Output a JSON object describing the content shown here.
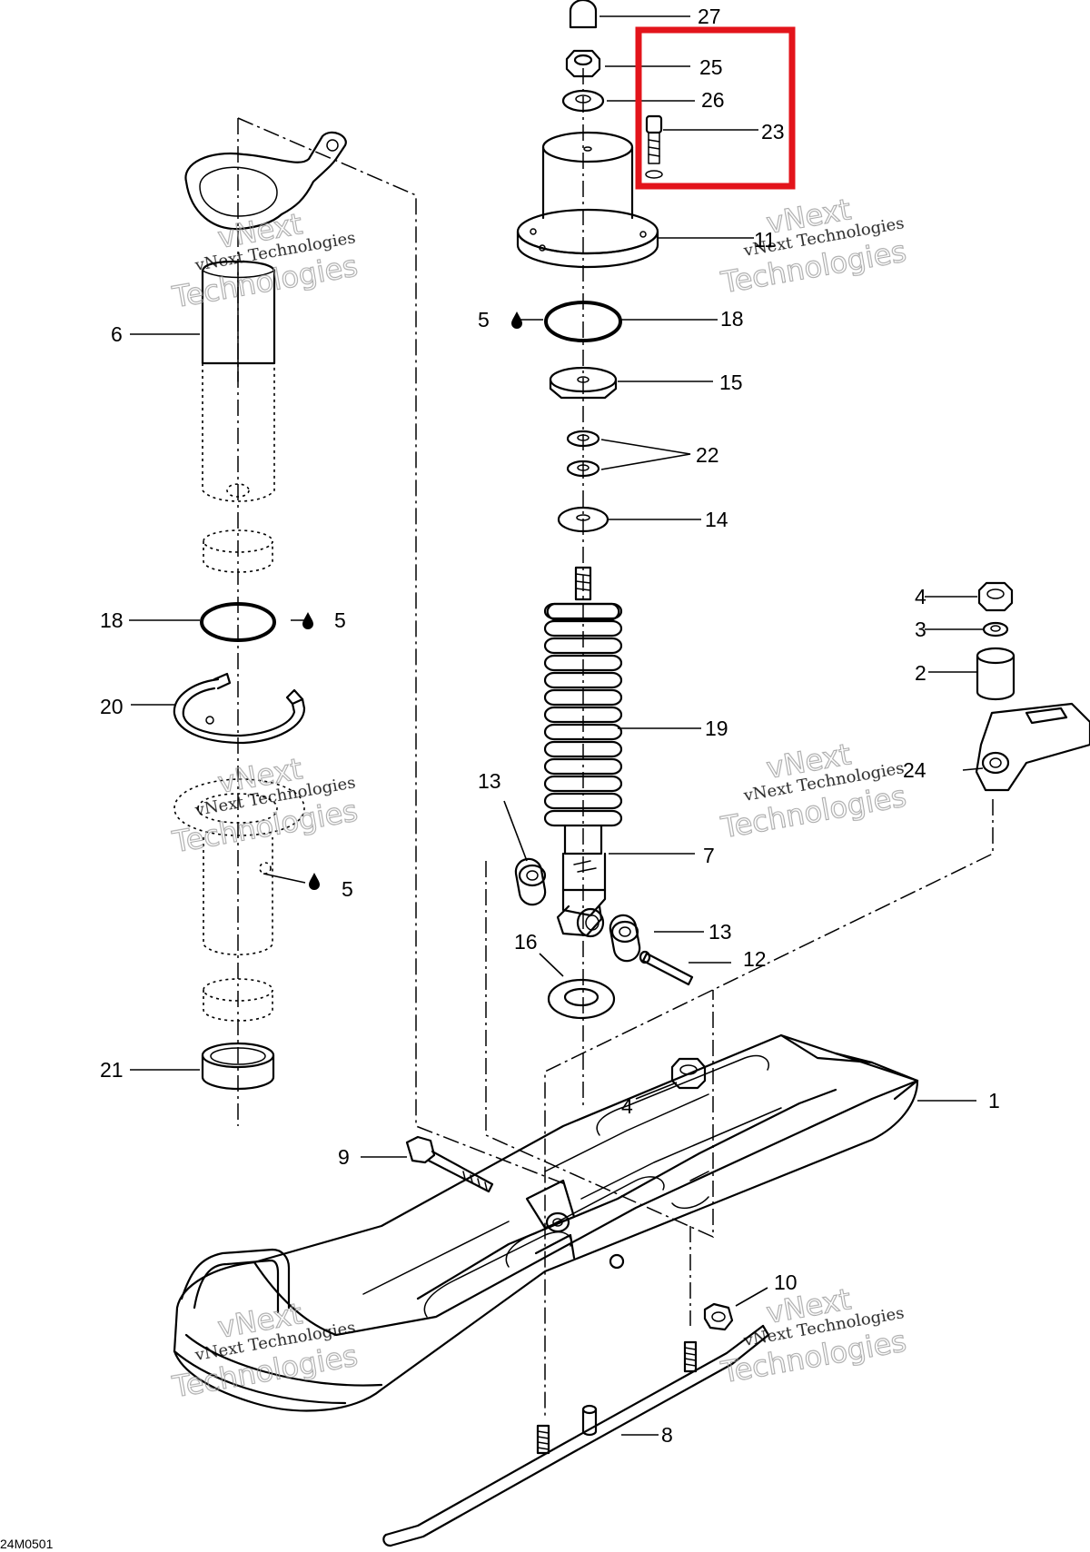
{
  "labels": {
    "l1": "1",
    "l2": "2",
    "l3": "3",
    "l4a": "4",
    "l4b": "4",
    "l5a": "5",
    "l5b": "5",
    "l5c": "5",
    "l6": "6",
    "l7": "7",
    "l8": "8",
    "l9": "9",
    "l10": "10",
    "l11": "11",
    "l12": "12",
    "l13a": "13",
    "l13b": "13",
    "l14": "14",
    "l15": "15",
    "l16": "16",
    "l18a": "18",
    "l18b": "18",
    "l19": "19",
    "l20": "20",
    "l21": "21",
    "l22": "22",
    "l23": "23",
    "l24": "24",
    "l25": "25",
    "l26": "26",
    "l27": "27"
  },
  "watermark": {
    "line1": "vNext Technologies",
    "line2": "vNext",
    "line3": "Technologies"
  },
  "figure_code": "24M0501",
  "highlight_color": "#e3141b",
  "icons": {
    "grease": "oil-drop-icon"
  }
}
